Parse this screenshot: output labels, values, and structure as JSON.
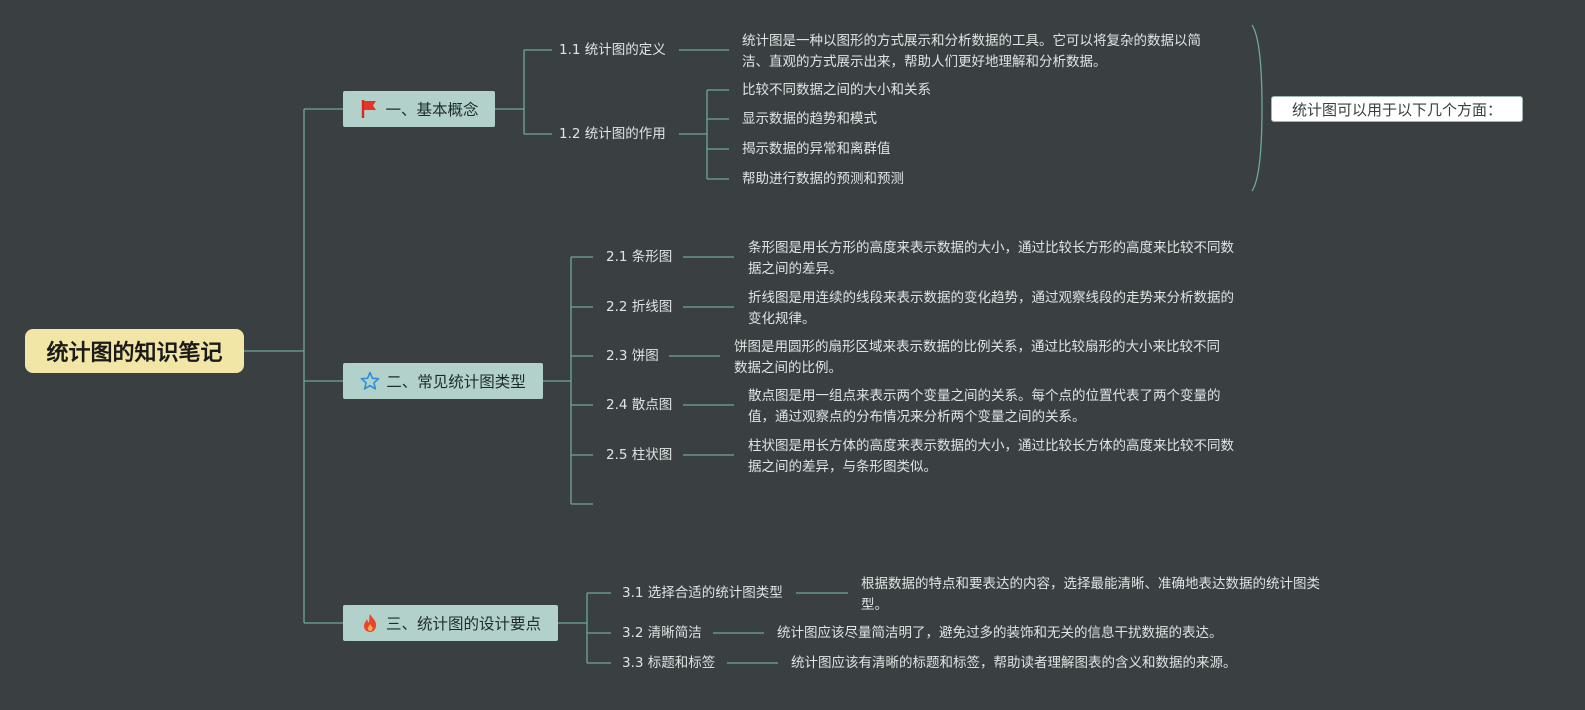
{
  "root": {
    "title": "统计图的知识笔记"
  },
  "topics": [
    {
      "title": "一、基本概念",
      "icon": "red-flag-icon",
      "children": [
        {
          "label": "1.1 统计图的定义",
          "desc": "统计图是一种以图形的方式展示和分析数据的工具。它可以将复杂的数据以简洁、直观的方式展示出来，帮助人们更好地理解和分析数据。"
        },
        {
          "label": "1.2 统计图的作用",
          "items": [
            "比较不同数据之间的大小和关系",
            "显示数据的趋势和模式",
            "揭示数据的异常和离群值",
            "帮助进行数据的预测和预测"
          ]
        }
      ]
    },
    {
      "title": "二、常见统计图类型",
      "icon": "star-icon",
      "children": [
        {
          "label": "2.1 条形图",
          "desc": "条形图是用长方形的高度来表示数据的大小，通过比较长方形的高度来比较不同数据之间的差异。"
        },
        {
          "label": "2.2 折线图",
          "desc": "折线图是用连续的线段来表示数据的变化趋势，通过观察线段的走势来分析数据的变化规律。"
        },
        {
          "label": "2.3 饼图",
          "desc": "饼图是用圆形的扇形区域来表示数据的比例关系，通过比较扇形的大小来比较不同数据之间的比例。"
        },
        {
          "label": "2.4 散点图",
          "desc": "散点图是用一组点来表示两个变量之间的关系。每个点的位置代表了两个变量的值，通过观察点的分布情况来分析两个变量之间的关系。"
        },
        {
          "label": "2.5 柱状图",
          "desc": "柱状图是用长方体的高度来表示数据的大小，通过比较长方体的高度来比较不同数据之间的差异，与条形图类似。"
        }
      ]
    },
    {
      "title": "三、统计图的设计要点",
      "icon": "fire-icon",
      "children": [
        {
          "label": "3.1 选择合适的统计图类型",
          "desc": "根据数据的特点和要表达的内容，选择最能清晰、准确地表达数据的统计图类型。"
        },
        {
          "label": "3.2 清晰简洁",
          "desc": "统计图应该尽量简洁明了，避免过多的装饰和无关的信息干扰数据的表达。"
        },
        {
          "label": "3.3 标题和标签",
          "desc": "统计图应该有清晰的标题和标签，帮助读者理解图表的含义和数据的来源。"
        }
      ]
    }
  ],
  "summary": {
    "text": "统计图可以用于以下几个方面："
  },
  "colors": {
    "background": "#3a3f42",
    "line": "#6fa79c",
    "root_fill": "#f1e6a6",
    "topic_fill": "#b3d1cb",
    "text": "#dfe5e4"
  }
}
